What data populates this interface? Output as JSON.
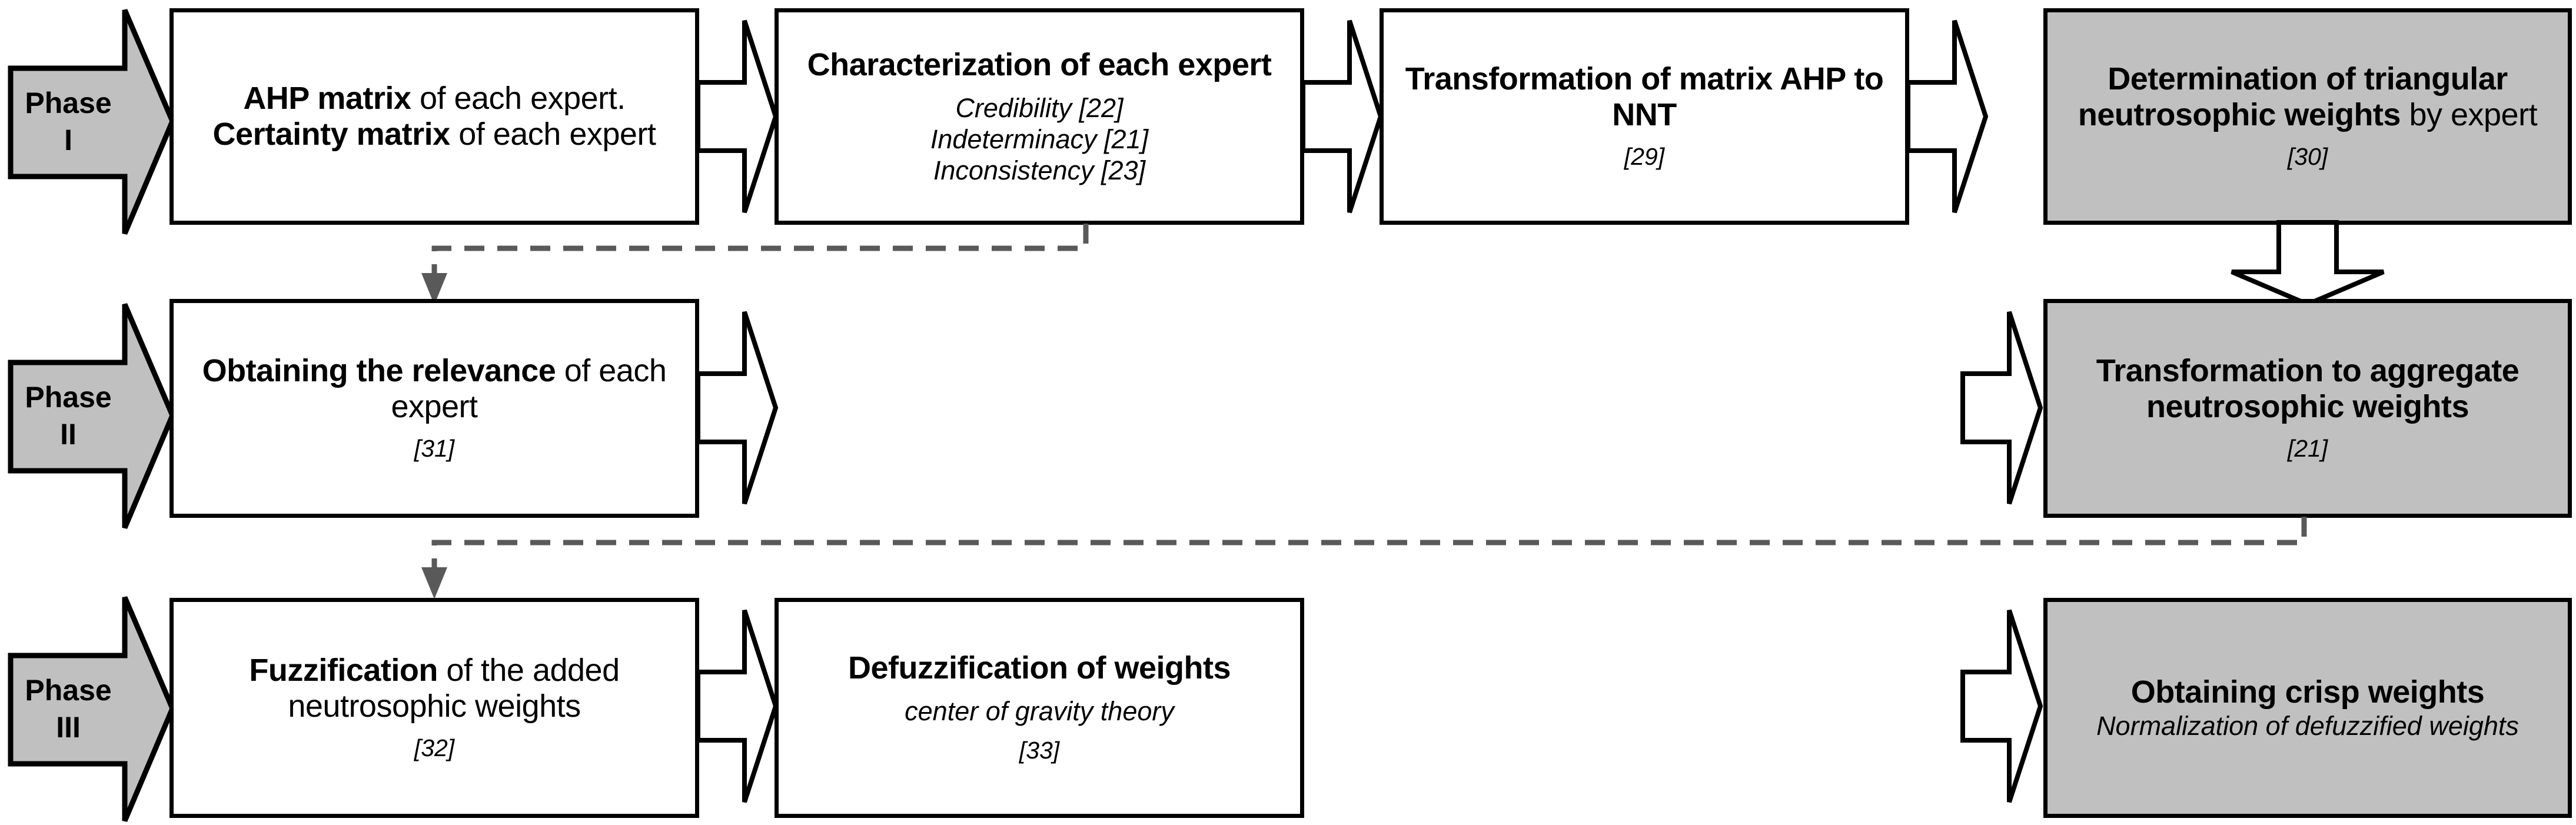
{
  "diagram": {
    "title_colors": {
      "shaded_fill": "#c0c0c0",
      "box_fill": "#ffffff",
      "stroke": "#000000",
      "dashed_connector": "#595959"
    },
    "phases": [
      {
        "name": "Phase",
        "numeral": "I"
      },
      {
        "name": "Phase",
        "numeral": "II"
      },
      {
        "name": "Phase",
        "numeral": "III"
      }
    ],
    "nodes": {
      "ahp_matrix": {
        "title_bold_1": "AHP matrix",
        "title_reg_1": " of each expert.",
        "title_bold_2": "Certainty matrix",
        "title_reg_2": " of each expert"
      },
      "characterization": {
        "title": "Characterization of each expert",
        "lines": [
          "Credibility [22]",
          "Indeterminacy [21]",
          "Inconsistency [23]"
        ]
      },
      "transformation_nnt": {
        "title": "Transformation of matrix AHP to NNT",
        "ref": "[29]"
      },
      "determination_triangular": {
        "title_bold": "Determination of triangular neutrosophic weights",
        "title_reg": " by expert",
        "ref": "[30]"
      },
      "obtaining_relevance": {
        "title_bold": "Obtaining the relevance",
        "title_reg": " of each expert",
        "ref": "[31]"
      },
      "transformation_aggregate": {
        "title": "Transformation to aggregate neutrosophic weights",
        "ref": "[21]"
      },
      "fuzzification": {
        "title_bold": "Fuzzification",
        "title_reg": " of the added neutrosophic weights",
        "ref": "[32]"
      },
      "defuzzification": {
        "title": "Defuzzification of weights",
        "sub": "center of gravity theory",
        "ref": "[33]"
      },
      "obtaining_crisp": {
        "title": "Obtaining crisp weights",
        "sub": "Normalization of defuzzified weights"
      }
    }
  }
}
